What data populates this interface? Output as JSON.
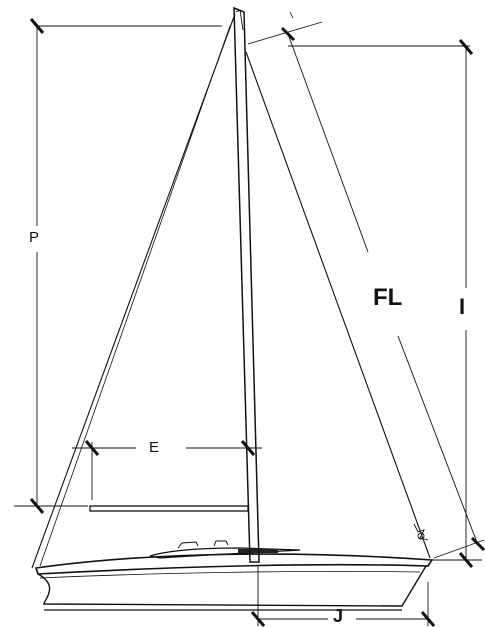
{
  "labels": {
    "p": "P",
    "e": "E",
    "fl": "FL",
    "i": "I",
    "j": "J"
  },
  "colors": {
    "line": "#111111",
    "background": "#ffffff"
  }
}
